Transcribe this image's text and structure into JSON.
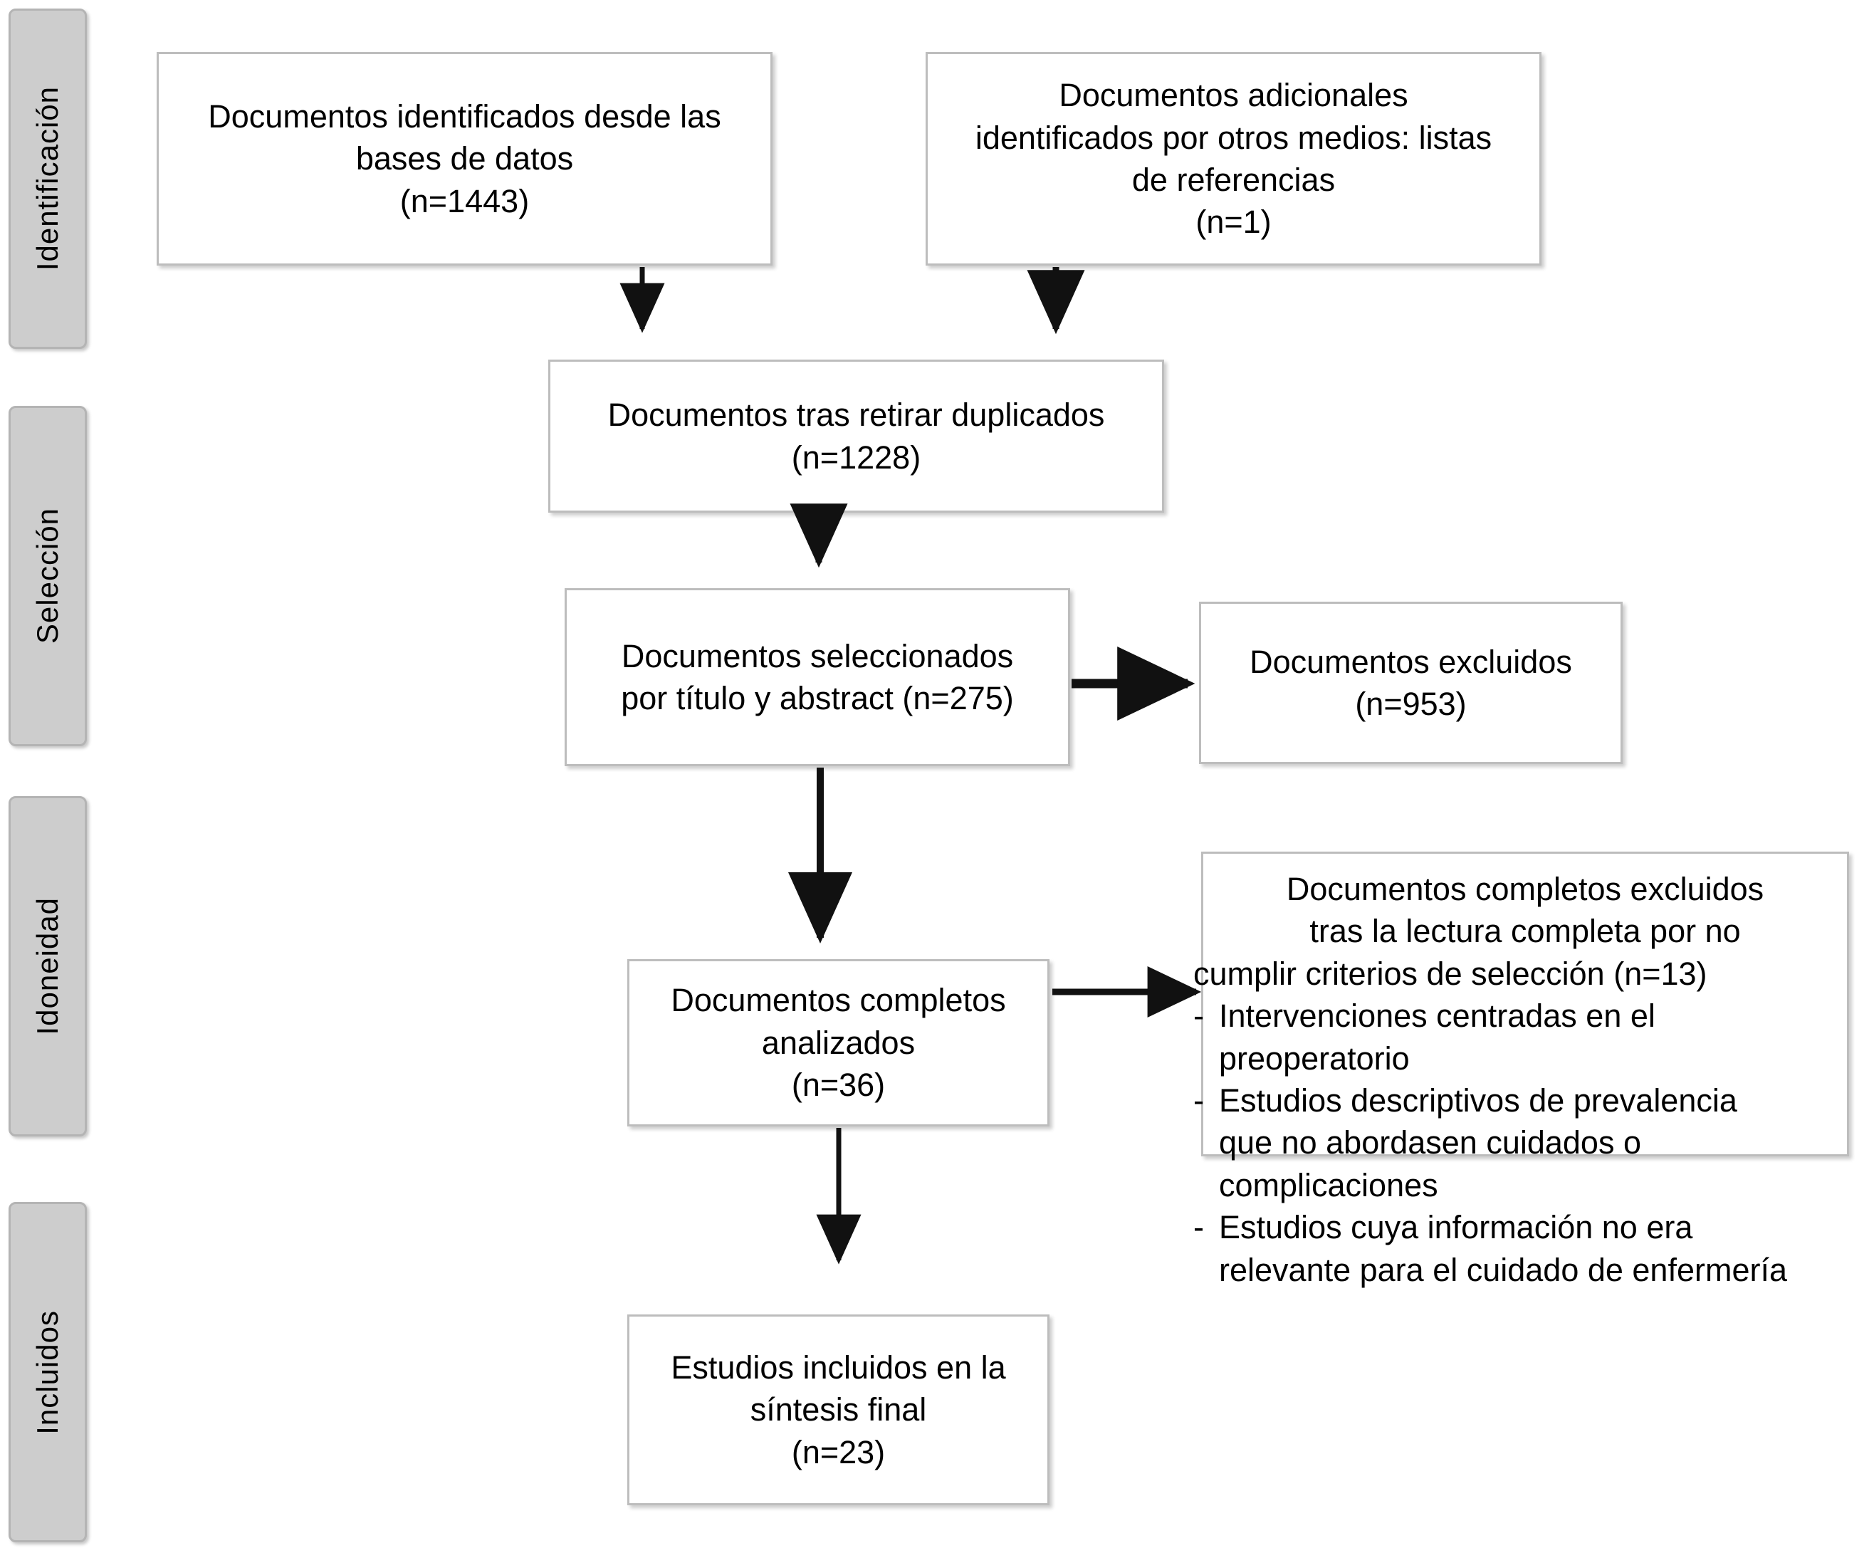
{
  "diagram": {
    "title": "PRISMA flow diagram",
    "colors": {
      "stage_bar_fill": "#cdcdcd",
      "stage_bar_border": "#b4b4b4",
      "box_fill": "#ffffff",
      "box_border": "#bdbdbd",
      "arrow": "#000000",
      "text": "#000000"
    }
  },
  "stages": [
    {
      "label": "Identificación"
    },
    {
      "label": "Selección"
    },
    {
      "label": "Idoneidad"
    },
    {
      "label": "Incluidos"
    }
  ],
  "boxes": {
    "databases": {
      "lines": [
        "Documentos identificados desde las",
        "bases de datos",
        "(n=1443)"
      ]
    },
    "other_sources": {
      "lines": [
        "Documentos adicionales",
        "identificados por otros medios: listas",
        "de referencias",
        "(n=1)"
      ]
    },
    "after_duplicates": {
      "lines": [
        "Documentos tras retirar duplicados",
        "(n=1228)"
      ]
    },
    "screened": {
      "lines": [
        "Documentos seleccionados",
        "por título y abstract (n=275)"
      ]
    },
    "excluded_screened": {
      "lines": [
        "Documentos excluidos",
        "(n=953)"
      ]
    },
    "fulltext_assessed": {
      "lines": [
        "Documentos completos",
        "analizados",
        "(n=36)"
      ]
    },
    "fulltext_excluded": {
      "header_lines": [
        "Documentos completos excluidos",
        "tras la lectura completa por no",
        "cumplir  criterios de selección (n=13)"
      ],
      "reasons": [
        [
          "Intervenciones centradas en el",
          "preoperatorio"
        ],
        [
          "Estudios descriptivos de prevalencia",
          "que no abordasen cuidados o",
          "complicaciones"
        ],
        [
          "Estudios cuya información no era",
          "relevante para el cuidado de enfermería"
        ]
      ],
      "bullet": "-"
    },
    "included": {
      "lines": [
        "Estudios incluidos en la",
        "síntesis final",
        "(n=23)"
      ]
    }
  },
  "counts": {
    "identified_databases": 1443,
    "identified_other": 1,
    "after_duplicates": 1228,
    "screened": 275,
    "excluded_screened": 953,
    "fulltext_assessed": 36,
    "fulltext_excluded": 13,
    "included": 23
  }
}
